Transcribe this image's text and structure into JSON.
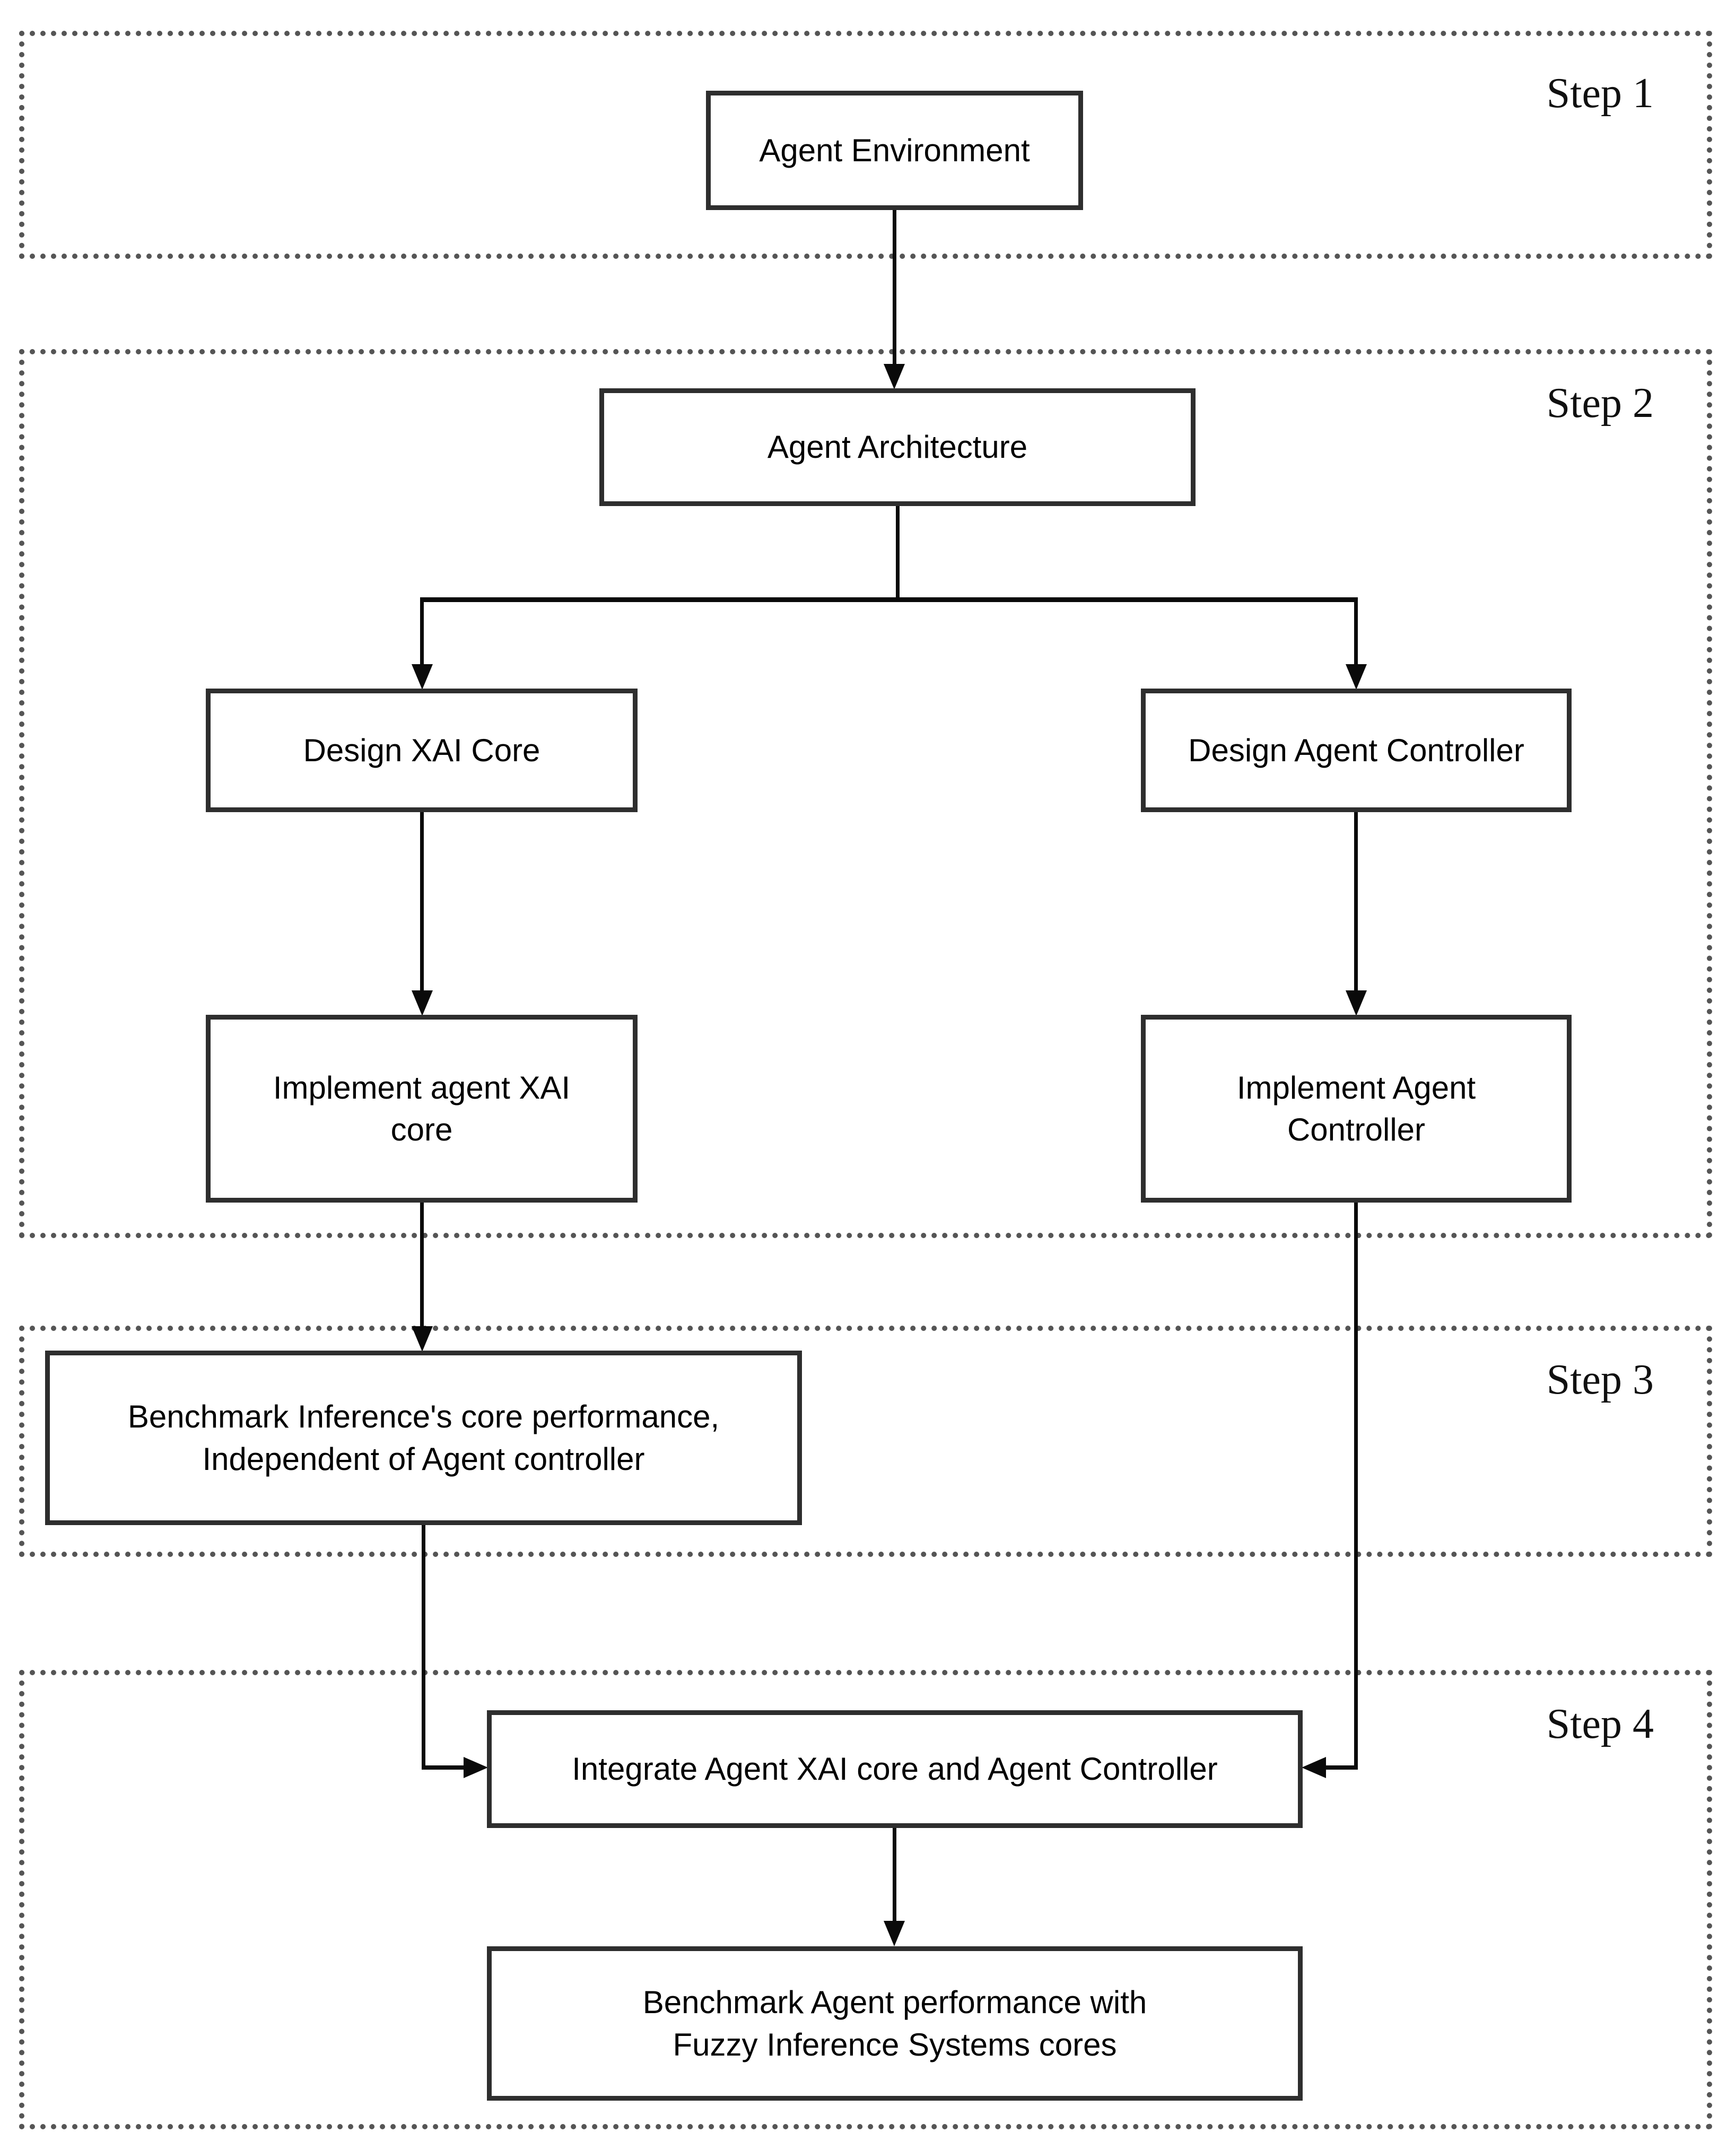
{
  "diagram_type": "flowchart",
  "steps": [
    {
      "label": "Step 1"
    },
    {
      "label": "Step 2"
    },
    {
      "label": "Step 3"
    },
    {
      "label": "Step 4"
    }
  ],
  "nodes": {
    "agent_environment": {
      "label": "Agent Environment",
      "step": "Step 1"
    },
    "agent_architecture": {
      "label": "Agent Architecture",
      "step": "Step 2"
    },
    "design_xai_core": {
      "label": "Design XAI Core",
      "step": "Step 2"
    },
    "design_agent_controller": {
      "label": "Design Agent Controller",
      "step": "Step 2"
    },
    "implement_agent_xai_core": {
      "label": "Implement agent XAI\ncore",
      "step": "Step 2"
    },
    "implement_agent_controller": {
      "label": "Implement Agent\nController",
      "step": "Step 2"
    },
    "benchmark_inference_core": {
      "label": "Benchmark Inference's core performance,\nIndependent of Agent controller",
      "step": "Step 3"
    },
    "integrate_core_controller": {
      "label": "Integrate Agent XAI core and Agent Controller",
      "step": "Step 4"
    },
    "benchmark_agent_performance": {
      "label": "Benchmark Agent performance with\nFuzzy Inference Systems cores",
      "step": "Step 4"
    }
  },
  "edges": [
    {
      "from": "agent_environment",
      "to": "agent_architecture",
      "arrow": "down"
    },
    {
      "from": "agent_architecture",
      "to": "design_xai_core",
      "arrow": "down"
    },
    {
      "from": "agent_architecture",
      "to": "design_agent_controller",
      "arrow": "down"
    },
    {
      "from": "design_xai_core",
      "to": "implement_agent_xai_core",
      "arrow": "down"
    },
    {
      "from": "design_agent_controller",
      "to": "implement_agent_controller",
      "arrow": "down"
    },
    {
      "from": "implement_agent_xai_core",
      "to": "benchmark_inference_core",
      "arrow": "down"
    },
    {
      "from": "benchmark_inference_core",
      "to": "integrate_core_controller",
      "arrow": "right-into-left-side"
    },
    {
      "from": "implement_agent_controller",
      "to": "integrate_core_controller",
      "arrow": "left-into-right-side"
    },
    {
      "from": "integrate_core_controller",
      "to": "benchmark_agent_performance",
      "arrow": "down"
    }
  ],
  "colors": {
    "background": "#ffffff",
    "node_border": "#2e2e2e",
    "node_fill": "#ffffff",
    "connector": "#0a0a0a",
    "dashed_container_border": "#555555",
    "text": "#000000"
  }
}
